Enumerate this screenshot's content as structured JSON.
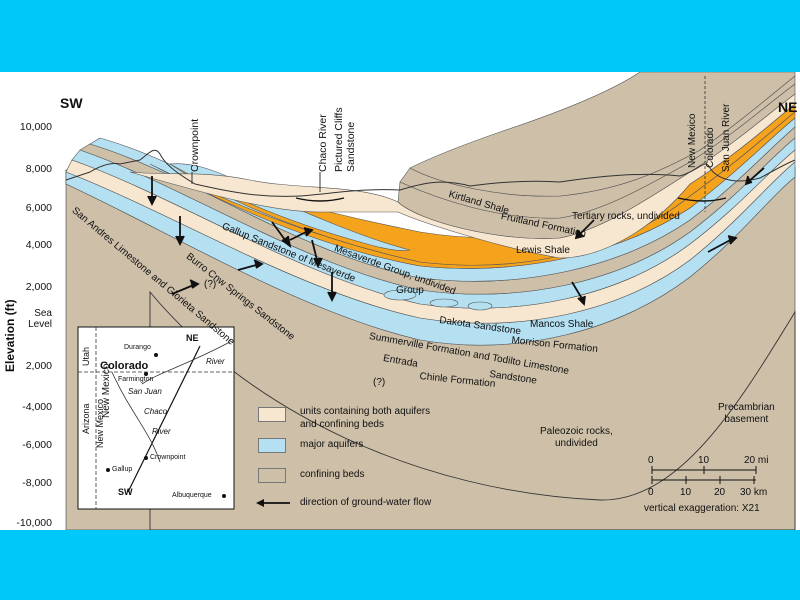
{
  "directions": {
    "left": "SW",
    "right": "NE"
  },
  "axis": {
    "label": "Elevation (ft)",
    "ticks_above": [
      "10,000",
      "8,000",
      "6,000",
      "4,000",
      "2,000"
    ],
    "sea_level": "Sea\nLevel",
    "ticks_below": [
      "2,000",
      "-4,000",
      "-6,000",
      "-8,000",
      "-10,000"
    ]
  },
  "locations": {
    "crownpoint": "Crownpoint",
    "chaco_river": "Chaco River",
    "pictured_cliffs": "Pictured Cliffs\nSandstone",
    "new_mexico": "New Mexico",
    "colorado": "Colorado",
    "san_juan_river": "San Juan River"
  },
  "units": {
    "kirtland": "Kirtland Shale",
    "fruitland": "Fruitland Formation",
    "tertiary": "Tertiary rocks, undivided",
    "lewis": "Lewis Shale",
    "mesaverde": "Mesaverde Group, undivided",
    "gallup": "Gallup Sandstone of Mesaverde",
    "group": "Group",
    "dakota": "Dakota Sandstone",
    "mancos": "Mancos Shale",
    "morrison": "Morrison Formation",
    "summerville": "Summerville Formation and Todilto Limestone",
    "entrada": "Entrada",
    "sandstone": "Sandstone",
    "chinle": "Chinle Formation",
    "burro_canyon": "Burro Cnw Springs Sandstone",
    "san_andres": "San Andres Limestone and Glorieta Sandstone",
    "paleozoic": "Paleozoic rocks,\nundivided",
    "precambrian": "Precambrian\nbasement",
    "q1": "(?)",
    "q2": "(?)"
  },
  "legend": {
    "items": [
      {
        "label": "units containing both aquifers\nand confining beds",
        "color": "#f7e7d0"
      },
      {
        "label": "major aquifers",
        "color": "#b4e0f2"
      },
      {
        "label": "confining beds",
        "color": "#cdbfa8"
      }
    ],
    "arrow_label": "direction of ground-water flow"
  },
  "scale": {
    "mi_ticks": [
      "0",
      "10",
      "20 mi"
    ],
    "km_ticks": [
      "0",
      "10",
      "20",
      "30 km"
    ],
    "exaggeration": "vertical exaggeration: X21"
  },
  "inset": {
    "utah": "Utah",
    "colorado": "Colorado",
    "arizona": "Arizona",
    "new_mexico": "New Mexico",
    "new_mexico_2": "New Mexico",
    "durango": "Durango",
    "farmington": "Farmington",
    "san_juan": "San Juan",
    "chaco": "Chaco",
    "river": "River",
    "river2": "River",
    "crownpoint": "Crownpoint",
    "gallup": "Gallup",
    "albuquerque": "Albuquerque",
    "ne": "NE",
    "sw": "SW"
  },
  "colors": {
    "background": "#00c8f8",
    "mixed_units": "#f7e7d0",
    "aquifer": "#b4e0f2",
    "confining": "#cdbfa8",
    "mancos_orange": "#f5a21c"
  }
}
